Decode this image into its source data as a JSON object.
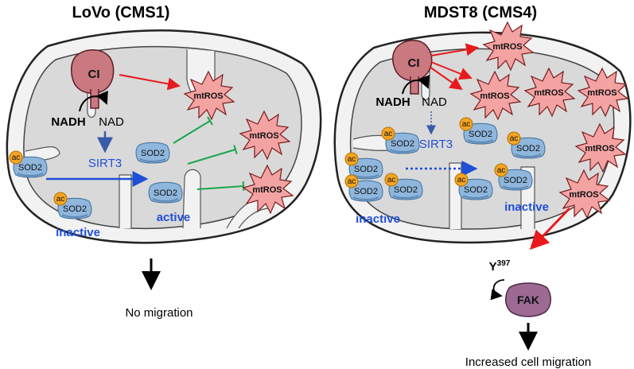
{
  "left": {
    "title": "LoVo (CMS1)",
    "ci": "CI",
    "nadh": "NADH",
    "nad": "NAD",
    "sirt3": "SIRT3",
    "sod2": "SOD2",
    "ac": "ac",
    "mtros": "mtROS",
    "inactive": "inactive",
    "active": "active",
    "outcome": "No migration"
  },
  "right": {
    "title": "MDST8 (CMS4)",
    "ci": "CI",
    "nadh": "NADH",
    "nad": "NAD",
    "sirt3": "SIRT3",
    "sod2": "SOD2",
    "ac": "ac",
    "mtros": "mtROS",
    "inactive_left": "inactive",
    "inactive_right": "inactive",
    "y397": "Y",
    "y397_sup": "397",
    "fak": "FAK",
    "outcome": "Increased cell migration"
  },
  "colors": {
    "red_arrow": "#e8191d",
    "green_inhibit": "#1aa64a",
    "blue_arrow": "#1f4fd6",
    "ros_fill": "#f4a3a3",
    "ci_fill": "#c9797f",
    "fak_fill": "#9c6a93",
    "sod_fill": "#8fb6dc",
    "ac_fill": "#f5a524",
    "matrix_fill": "#d9d9d9",
    "membrane_fill": "#f2f2f2"
  }
}
